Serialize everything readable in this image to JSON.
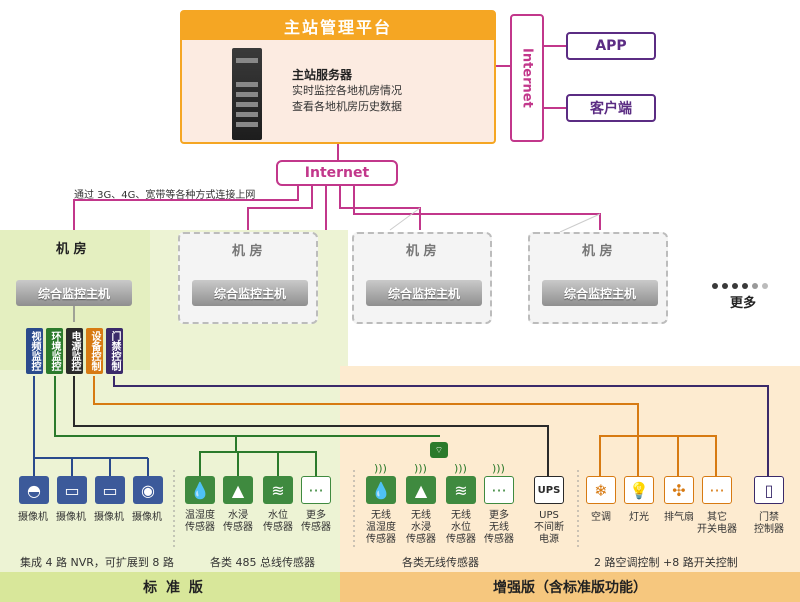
{
  "platform": {
    "title": "主站管理平台",
    "server_title": "主站服务器",
    "server_desc": [
      "实时监控各地机房情况",
      "查看各地机房历史数据"
    ]
  },
  "internet_top": "Internet",
  "clients": [
    "APP",
    "客户端"
  ],
  "internet_main": "Internet",
  "connection_note": "通过 3G、4G、宽带等各种方式连接上网",
  "rooms": [
    {
      "title": "机 房",
      "host": "综合监控主机"
    },
    {
      "title": "机 房",
      "host": "综合监控主机"
    },
    {
      "title": "机 房",
      "host": "综合监控主机"
    },
    {
      "title": "机 房",
      "host": "综合监控主机"
    }
  ],
  "more": "更多",
  "tabs": [
    {
      "label": "视频监控",
      "color": "#2a4a8c"
    },
    {
      "label": "环境监控",
      "color": "#2b7a2b"
    },
    {
      "label": "电源监控",
      "color": "#2a2a2a"
    },
    {
      "label": "设备控制",
      "color": "#d77a12"
    },
    {
      "label": "门禁控制",
      "color": "#3a2a6a"
    }
  ],
  "cameras": [
    "摄像机",
    "摄像机",
    "摄像机",
    "摄像机"
  ],
  "wired_sensors": [
    [
      "温湿度",
      "传感器"
    ],
    [
      "水浸",
      "传感器"
    ],
    [
      "水位",
      "传感器"
    ],
    [
      "更多",
      "传感器"
    ]
  ],
  "wireless_sensors": [
    [
      "无线",
      "温湿度",
      "传感器"
    ],
    [
      "无线",
      "水浸",
      "传感器"
    ],
    [
      "无线",
      "水位",
      "传感器"
    ],
    [
      "更多",
      "无线",
      "传感器"
    ]
  ],
  "ups": {
    "icon": "UPS",
    "label": [
      "UPS",
      "不间断",
      "电源"
    ]
  },
  "controls": [
    [
      "空调"
    ],
    [
      "灯光"
    ],
    [
      "排气扇"
    ],
    [
      "其它",
      "开关电器"
    ]
  ],
  "access": [
    "门禁",
    "控制器"
  ],
  "notes": {
    "nvr": "集成 4 路 NVR，可扩展到 8 路",
    "rs485": "各类 485 总线传感器",
    "wireless": "各类无线传感器",
    "control": "2 路空调控制 +8 路开关控制"
  },
  "bars": {
    "standard": "标 准 版",
    "enhanced": "增强版（含标准版功能）"
  },
  "colors": {
    "orange": "#f5a623",
    "magenta": "#c2378b",
    "purple": "#5b2c83",
    "blue": "#2a4a8c",
    "green": "#2b7a2b",
    "dark": "#2a2a2a",
    "amber": "#d77a12"
  }
}
